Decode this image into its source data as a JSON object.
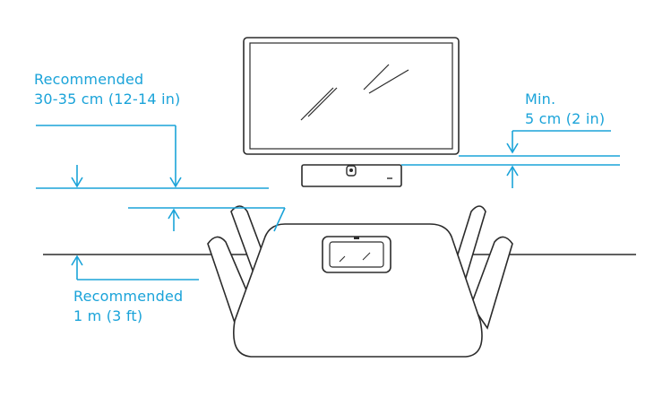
{
  "labels": {
    "top_left_line1": "Recommended",
    "top_left_line2": "30-35 cm (12-14 in)",
    "min_line1": "Min.",
    "min_line2": "5 cm (2 in)",
    "bottom_left_line1": "Recommended",
    "bottom_left_line2": "1 m (3 ft)"
  },
  "colors": {
    "dimension": "#1aa3d9",
    "outline": "#2b2b2b",
    "background": "#ffffff"
  },
  "icons": [
    "display",
    "video-bar",
    "touch-controller",
    "meeting-table",
    "chair"
  ]
}
